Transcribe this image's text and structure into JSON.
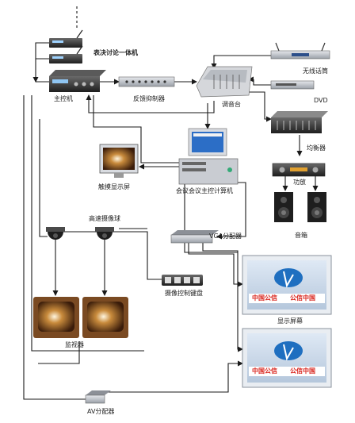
{
  "labels": {
    "conference_unit": "表决讨论一体机",
    "main_controller": "主控机",
    "feedback_suppressor": "反馈抑制器",
    "mixer": "调音台",
    "wireless_mic": "无线话筒",
    "dvd": "DVD",
    "equalizer": "均衡器",
    "amplifier": "功放",
    "speaker": "音箱",
    "touch_screen": "触摸显示屏",
    "control_pc": "会议会议主控计算机",
    "hs_camera": "高速摄像球",
    "vga_splitter": "VGA分配器",
    "camera_keyboard": "摄像控制键盘",
    "monitor": "监视器",
    "display_screen": "显示屏幕",
    "av_splitter": "AV分配器"
  },
  "screen_text": {
    "left": "中国公信",
    "right": "公信中国"
  },
  "colors": {
    "line": "#1a1a1a",
    "device_dark": "#3a3a3a",
    "device_light": "#c9ccd2",
    "screen_blue": "#1f6fc0",
    "screen_banner": "#d9241c"
  }
}
